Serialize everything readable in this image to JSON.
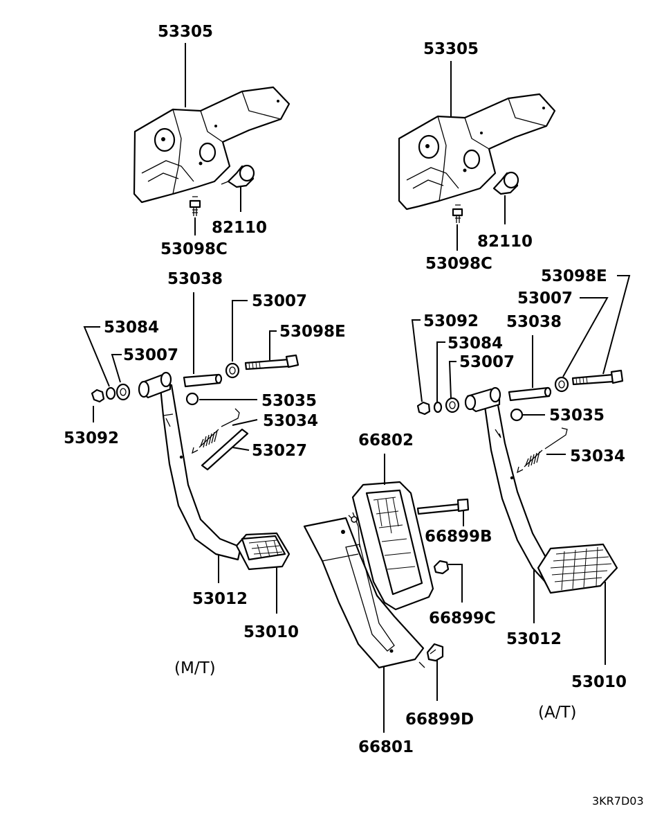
{
  "labels": {
    "mt_bracket": "53305",
    "mt_stop_lamp_switch": "82110",
    "mt_bracket_bolt": "53098C",
    "mt_shaft": "53038",
    "mt_bushing_right": "53007",
    "mt_bolt": "53098E",
    "mt_washer": "53084",
    "mt_bushing_left": "53007",
    "mt_nut": "53092",
    "mt_stopper": "53035",
    "mt_spring": "53034",
    "mt_rod": "53027",
    "mt_pedal_arm": "53012",
    "mt_pedal_pad": "53010",
    "at_bracket": "53305",
    "at_stop_lamp_switch": "82110",
    "at_bracket_bolt": "53098C",
    "at_bolt": "53098E",
    "at_bushing_right": "53007",
    "at_nut": "53092",
    "at_shaft": "53038",
    "at_washer": "53084",
    "at_bushing_left": "53007",
    "at_stopper": "53035",
    "at_spring": "53034",
    "at_pedal_arm": "53012",
    "at_pedal_pad": "53010",
    "accel_pedal": "66802",
    "accel_bolt_b": "66899B",
    "accel_bolt_c": "66899C",
    "accel_bolt_d": "66899D",
    "accel_bracket": "66801"
  },
  "variants": {
    "manual": "(M/T)",
    "automatic": "(A/T)"
  },
  "diagram_code": "3KR7D03"
}
